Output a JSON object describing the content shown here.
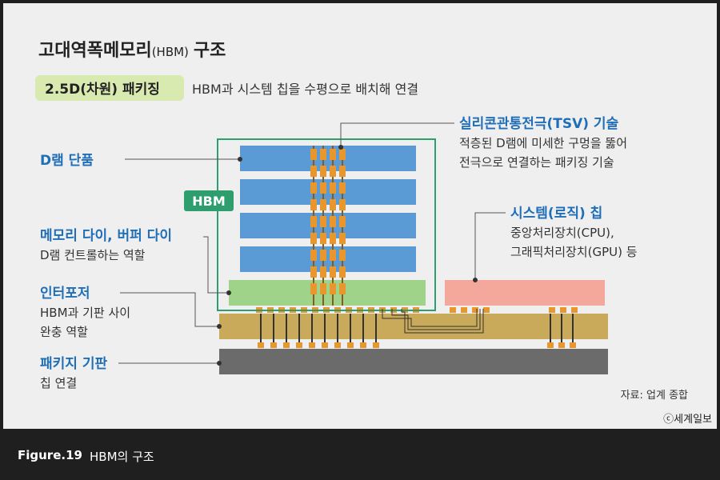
{
  "title": {
    "main": "고대역폭메모리",
    "abbr": "(HBM)",
    "tail": "구조"
  },
  "subtitle": {
    "badge": "2.5D(차원) 패키징",
    "text": "HBM과 시스템 칩을 수평으로 배치해 연결"
  },
  "labels": {
    "dram": "D램 단품",
    "hbm": "HBM",
    "memory_die": "메모리 다이, 버퍼 다이",
    "memory_die_desc": "D램 컨트롤하는 역할",
    "interposer": "인터포저",
    "interposer_desc1": "HBM과 기판 사이",
    "interposer_desc2": "완충 역할",
    "substrate": "패키지 기판",
    "substrate_desc": "칩 연결",
    "tsv": "실리콘관통전극(TSV) 기술",
    "tsv_desc1": "적층된 D램에 미세한 구멍을 뚫어",
    "tsv_desc2": "전극으로 연결하는 패키징 기술",
    "system_chip": "시스템(로직) 칩",
    "system_chip_desc1": "중앙처리장치(CPU),",
    "system_chip_desc2": "그래픽처리장치(GPU) 등"
  },
  "source": "자료: 업계 종합",
  "credit": "ⓒ세계일보",
  "caption": {
    "label": "Figure.19",
    "text": "HBM의 구조"
  },
  "colors": {
    "accent_blue": "#1f6fb8",
    "dram": "#5b9bd5",
    "hbm_frame": "#2e9e6e",
    "buffer_die": "#9fd38a",
    "logic_chip": "#f4a79b",
    "interposer": "#c9a95a",
    "substrate": "#6b6b6b",
    "tsv": "#e8962e",
    "badge": "#d9eab0"
  }
}
